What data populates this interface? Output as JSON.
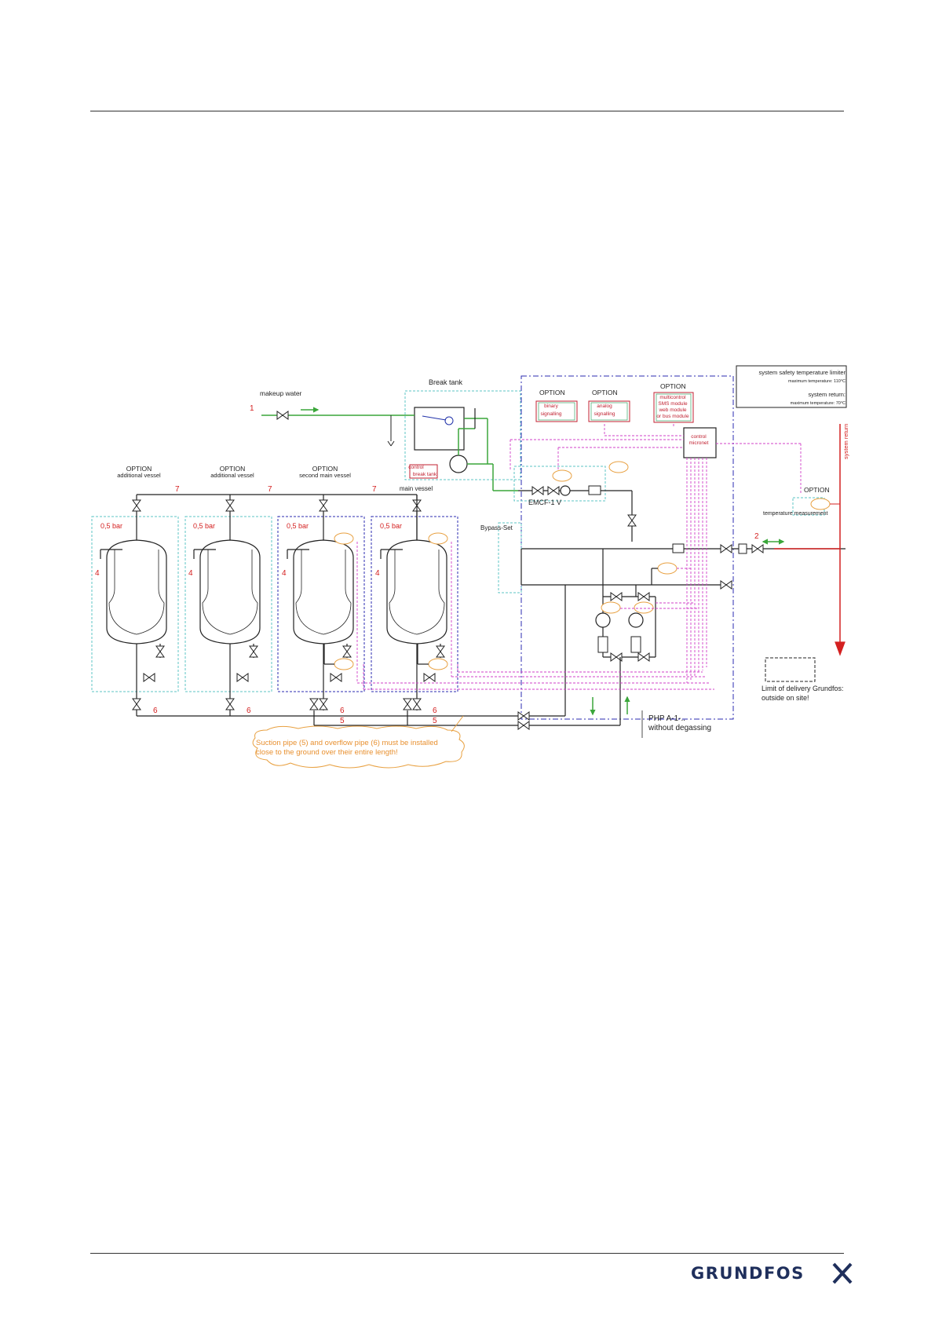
{
  "labels": {
    "makeup_water": "makeup water",
    "break_tank": "Break tank",
    "control_break_tank_1": "control",
    "control_break_tank_2": "break tank",
    "option": "OPTION",
    "binary_1": "binary",
    "binary_2": "signalling",
    "analog_1": "analog",
    "analog_2": "signalling",
    "multi_1": "multicontrol",
    "multi_2": "SMS module",
    "multi_3": "web module",
    "multi_4": "or bus module",
    "control_micronet_1": "control",
    "control_micronet_2": "micronet",
    "safety_title": "system safety temperature limiter",
    "safety_max": "maximum temperature: 110°C",
    "return_title": "system return:",
    "return_max": "maximum temperature: 70°C",
    "system_return": "system return",
    "additional_vessel": "additional vessel",
    "second_main_vessel": "second main vessel",
    "main_vessel": "main vessel",
    "emcf": "EMCF-1 V",
    "bypass": "Bypass-Set",
    "temperature_measurement": "temperature measurement",
    "pressure": "0,5 bar",
    "php_1": "PHP A-1-..",
    "php_2": "without degassing",
    "limit_1": "Limit of delivery Grundfos:",
    "limit_2": "outside on site!",
    "note_1": "Suction pipe (5) and overflow pipe (6) must be installed",
    "note_2": "close to the ground over their entire length!",
    "n1": "1",
    "n2": "2",
    "n4": "4",
    "n5": "5",
    "n6": "6",
    "n7": "7"
  },
  "logo": {
    "text": "GRUNDFOS"
  },
  "colors": {
    "line": "#222222",
    "red": "#d42020",
    "green": "#3aa63a",
    "cyan": "#5cc4c4",
    "blue_dash": "#2b2bb0",
    "magenta": "#d040c8",
    "orange": "#e8a040",
    "dark_red": "#c02030"
  }
}
